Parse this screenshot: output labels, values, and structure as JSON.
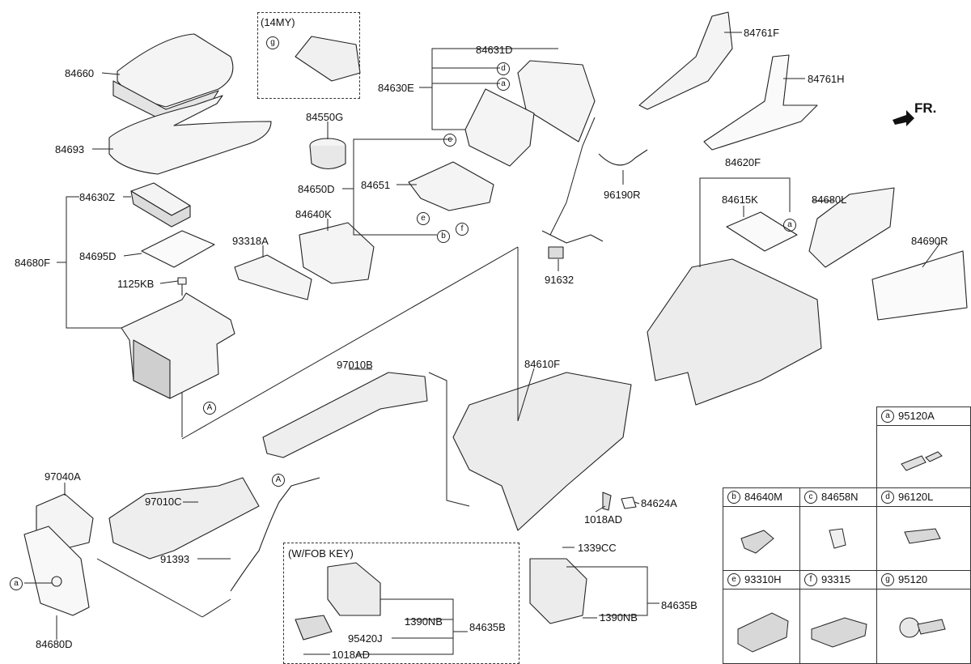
{
  "front_indicator": "FR.",
  "variant_boxes": {
    "my14": "(14MY)",
    "fob": "(W/FOB KEY)"
  },
  "labels": {
    "p84660": "84660",
    "p84693": "84693",
    "p84630Z": "84630Z",
    "p84695D": "84695D",
    "p84680F": "84680F",
    "p1125KB": "1125KB",
    "p84550G": "84550G",
    "p84650D": "84650D",
    "p84651": "84651",
    "p84640K": "84640K",
    "p93318A": "93318A",
    "p84631D": "84631D",
    "p84630E": "84630E",
    "p96190R": "96190R",
    "p91632": "91632",
    "p84761F": "84761F",
    "p84761H": "84761H",
    "p84620F": "84620F",
    "p84615K": "84615K",
    "p84680L": "84680L",
    "p84690R": "84690R",
    "p97010B": "97010B",
    "p84610F": "84610F",
    "p97040A": "97040A",
    "p97010C": "97010C",
    "p91393": "91393",
    "p84680D": "84680D",
    "p1018AD_a": "1018AD",
    "p84624A": "84624A",
    "p1339CC": "1339CC",
    "p1390NB_a": "1390NB",
    "p84635B_a": "84635B",
    "p1390NB_b": "1390NB",
    "p95420J": "95420J",
    "p84635B_b": "84635B",
    "p1018AD_b": "1018AD"
  },
  "callouts": {
    "a": "a",
    "b": "b",
    "c": "c",
    "d": "d",
    "e": "e",
    "f": "f",
    "g": "g",
    "A": "A"
  },
  "legend": [
    {
      "letter": "a",
      "part": "95120A"
    },
    {
      "letter": "b",
      "part": "84640M"
    },
    {
      "letter": "c",
      "part": "84658N"
    },
    {
      "letter": "d",
      "part": "96120L"
    },
    {
      "letter": "e",
      "part": "93310H"
    },
    {
      "letter": "f",
      "part": "93315"
    },
    {
      "letter": "g",
      "part": "95120"
    }
  ]
}
